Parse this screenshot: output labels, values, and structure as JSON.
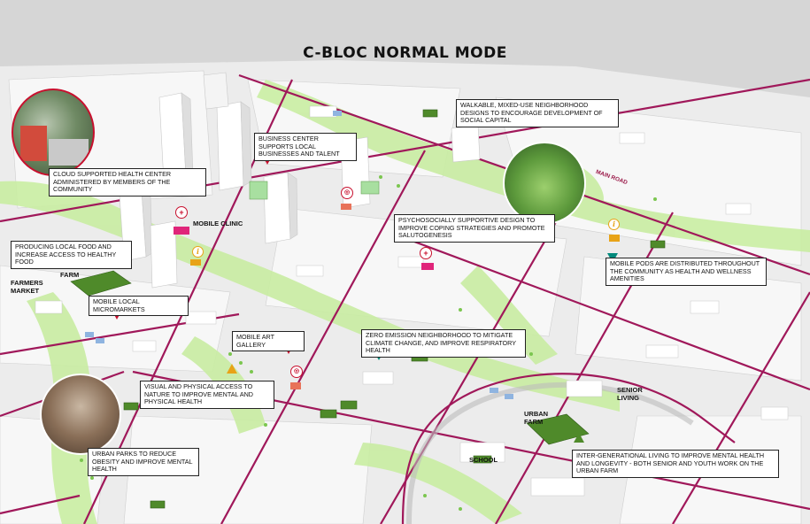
{
  "title": "C-BLOC NORMAL MODE",
  "colors": {
    "road": "#a0185a",
    "green": "#c9eda2",
    "farm": "#4f8a2a",
    "accent_red": "#c8102e",
    "accent_teal": "#00897b",
    "accent_orange": "#e8a317",
    "accent_pink": "#e0257a"
  },
  "callouts": {
    "cloud_health": "CLOUD SUPPORTED HEALTH CENTER ADMINISTERED BY MEMBERS OF THE COMMUNITY",
    "business": "BUSINESS CENTER SUPPORTS LOCAL BUSINESSES AND TALENT",
    "walkable": "WALKABLE, MIXED-USE NEIGHBORHOOD DESIGNS TO ENCOURAGE DEVELOPMENT OF SOCIAL CAPITAL",
    "psycho": "PSYCHOSOCIALLY SUPPORTIVE DESIGN TO IMPROVE COPING STRATEGIES AND PROMOTE SALUTOGENESIS",
    "local_food": "PRODUCING LOCAL FOOD AND INCREASE ACCESS TO HEALTHY FOOD",
    "pods": "MOBILE PODS ARE DISTRIBUTED THROUGHOUT THE COMMUNITY AS HEALTH AND WELLNESS AMENITIES",
    "micromarkets": "MOBILE LOCAL MICROMARKETS",
    "art_gallery": "MOBILE ART GALLERY",
    "zero_emission": "ZERO EMISSION NEIGHBORHOOD TO MITIGATE CLIMATE CHANGE, AND IMPROVE RESPIRATORY HEALTH",
    "nature": "VISUAL AND PHYSICAL ACCESS TO NATURE TO IMPROVE MENTAL AND PHYSICAL HEALTH",
    "urban_parks": "URBAN PARKS TO REDUCE OBESITY AND IMPROVE MENTAL HEALTH",
    "intergen": "INTER-GENERATIONAL LIVING TO IMPROVE MENTAL HEALTH AND LONGEVITY - BOTH SENIOR AND YOUTH WORK ON THE URBAN FARM"
  },
  "map_labels": {
    "mobile_clinic": "MOBILE CLINIC",
    "urban_farm_left": "URBAN\nFARM",
    "farmers_market": "FARMERS\nMARKET",
    "main_road": "MAIN ROAD",
    "senior_living": "SENIOR\nLIVING",
    "urban_farm_right": "URBAN\nFARM",
    "school": "SCHOOL"
  },
  "icons": [
    "health-cross-icon",
    "info-icon",
    "art-icon",
    "mobile-pod-icon",
    "market-stall-icon"
  ]
}
